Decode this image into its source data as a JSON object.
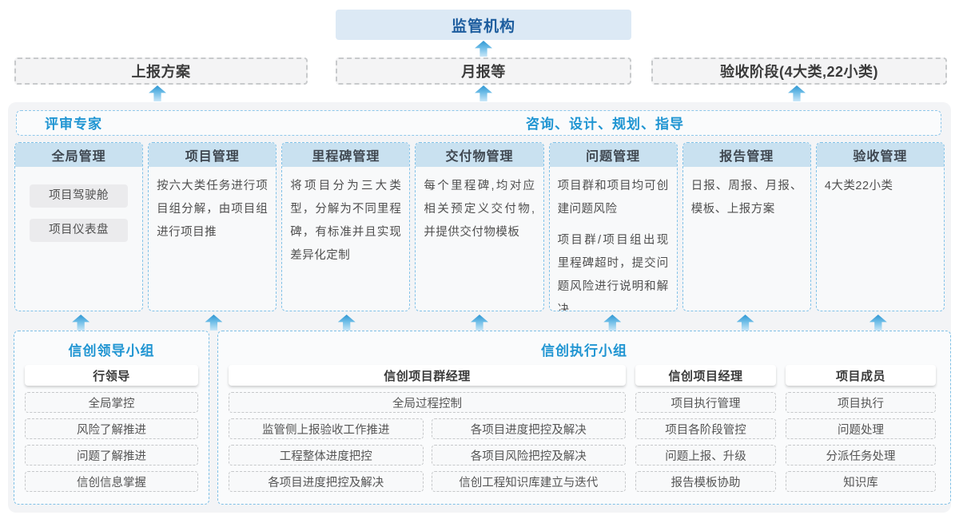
{
  "top": {
    "regulator": "监管机构"
  },
  "stages": [
    {
      "label": "上报方案"
    },
    {
      "label": "月报等"
    },
    {
      "label": "验收阶段(4大类,22小类)"
    }
  ],
  "middle": {
    "header_left": "评审专家",
    "header_right": "咨询、设计、规划、指导",
    "columns": [
      {
        "title": "全局管理",
        "pills": [
          "项目驾驶舱",
          "项目仪表盘"
        ]
      },
      {
        "title": "项目管理",
        "text": "按六大类任务进行项目组分解，由项目组进行项目推"
      },
      {
        "title": "里程碑管理",
        "text": "将项目分为三大类型，分解为不同里程碑，有标准并且实现差异化定制"
      },
      {
        "title": "交付物管理",
        "text": "每个里程碑,均对应相关预定义交付物,并提供交付物模板"
      },
      {
        "title": "问题管理",
        "para1": "项目群和项目均可创建问题风险",
        "para2": "项目群/项目组出现里程碑超时，提交问题风险进行说明和解决"
      },
      {
        "title": "报告管理",
        "text": "日报、周报、月报、模板、上报方案"
      },
      {
        "title": "验收管理",
        "text": "4大类22小类"
      }
    ]
  },
  "bottom": {
    "leader_group": {
      "title": "信创领导小组",
      "role": "行领导",
      "items": [
        "全局掌控",
        "风险了解推进",
        "问题了解推进",
        "信创信息掌握"
      ]
    },
    "exec_group": {
      "title": "信创执行小组",
      "program_manager": {
        "role": "信创项目群经理",
        "row_full": "全局过程控制",
        "rows": [
          [
            "监管侧上报验收工作推进",
            "各项目进度把控及解决"
          ],
          [
            "工程整体进度把控",
            "各项目风险把控及解决"
          ],
          [
            "各项目进度把控及解决",
            "信创工程知识库建立与迭代"
          ]
        ]
      },
      "project_manager": {
        "role": "信创项目经理",
        "items": [
          "项目执行管理",
          "项目各阶段管控",
          "问题上报、升级",
          "报告模板协助"
        ]
      },
      "member": {
        "role": "项目成员",
        "items": [
          "项目执行",
          "问题处理",
          "分派任务处理",
          "知识库"
        ]
      }
    }
  },
  "colors": {
    "accent_blue": "#2095d2",
    "regulator_text": "#1d5d9e",
    "regulator_bg": "#dce9f5",
    "column_header_bg": "#c9e1f0",
    "dashed_blue_border": "#82c2e8",
    "dashed_gray_border": "#c6c8ca",
    "arrow_blue": "#2e96d3",
    "panel_bg": "#f3f4f6"
  }
}
